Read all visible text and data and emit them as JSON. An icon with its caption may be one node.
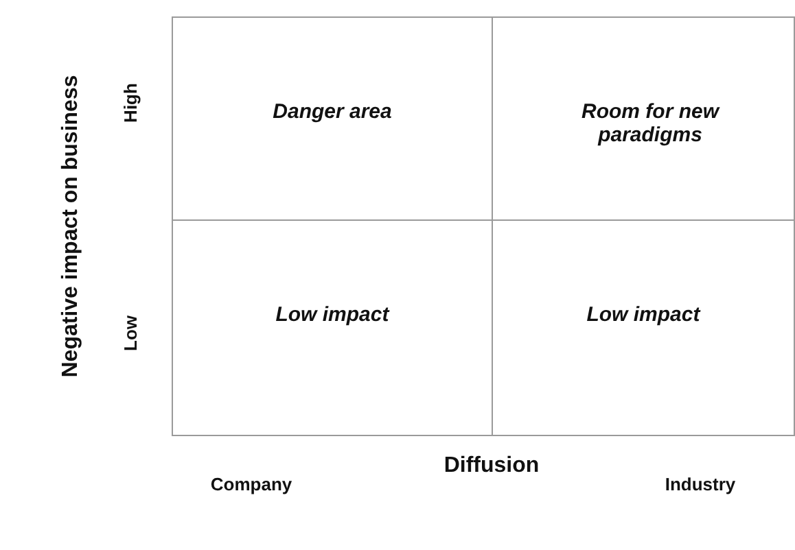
{
  "diagram": {
    "nodes": [
      {
        "text": [
          "Danger area"
        ]
      },
      {
        "text": [
          "Room for new paradigms"
        ]
      },
      {
        "text": [
          "Low impact"
        ]
      },
      {
        "text": [
          "Low impact"
        ]
      }
    ],
    "labels": [
      "Negative impact on business",
      "High",
      "Low",
      "Diffusion",
      "Company",
      "Industry"
    ]
  }
}
